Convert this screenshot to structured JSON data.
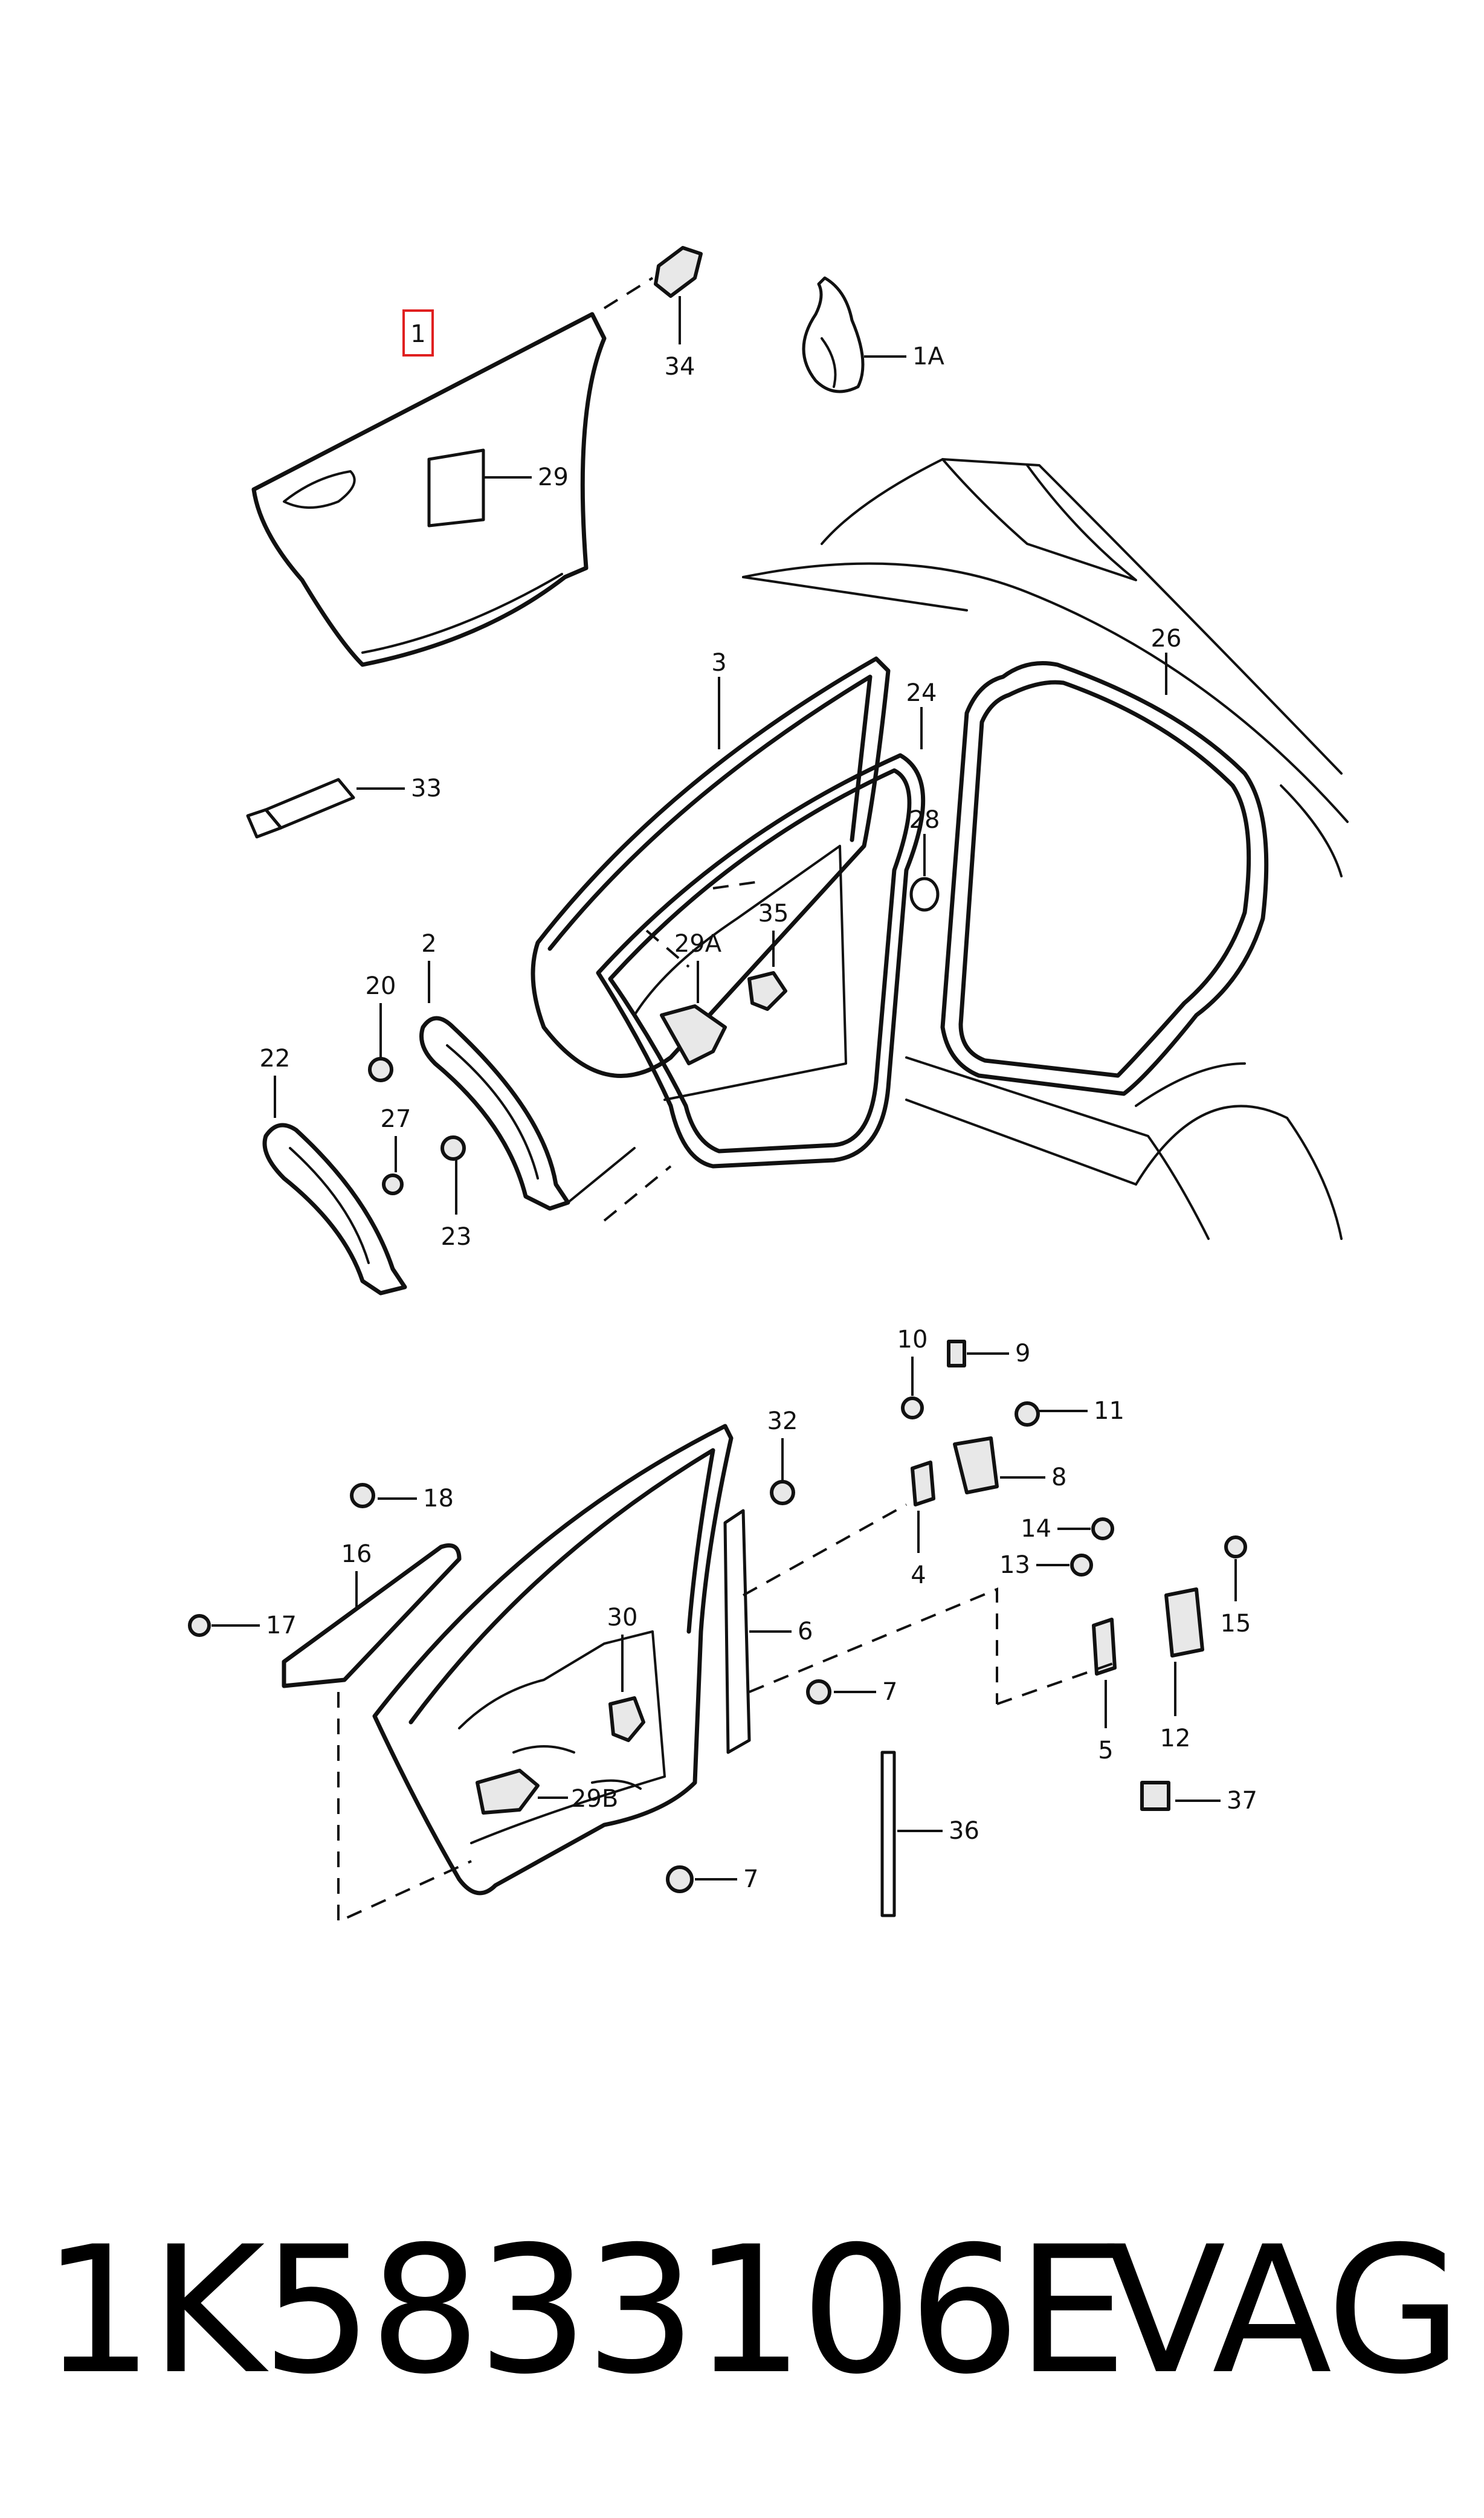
{
  "diagram": {
    "callouts": {
      "c1": "1",
      "c1A": "1A",
      "c2": "2",
      "c3": "3",
      "c4": "4",
      "c5": "5",
      "c6": "6",
      "c7a": "7",
      "c7b": "7",
      "c8": "8",
      "c9": "9",
      "c10": "10",
      "c11": "11",
      "c12": "12",
      "c13": "13",
      "c14": "14",
      "c15": "15",
      "c16": "16",
      "c17": "17",
      "c18": "18",
      "c20": "20",
      "c22": "22",
      "c23": "23",
      "c24": "24",
      "c26": "26",
      "c27": "27",
      "c28": "28",
      "c29": "29",
      "c29A": "29A",
      "c29B": "29B",
      "c30": "30",
      "c32": "32",
      "c33": "33",
      "c34": "34",
      "c35": "35",
      "c36": "36",
      "c37": "37"
    },
    "highlight_color": "#e02020"
  },
  "footer": {
    "part_number": "1K5833106E",
    "brand": "VAG"
  }
}
